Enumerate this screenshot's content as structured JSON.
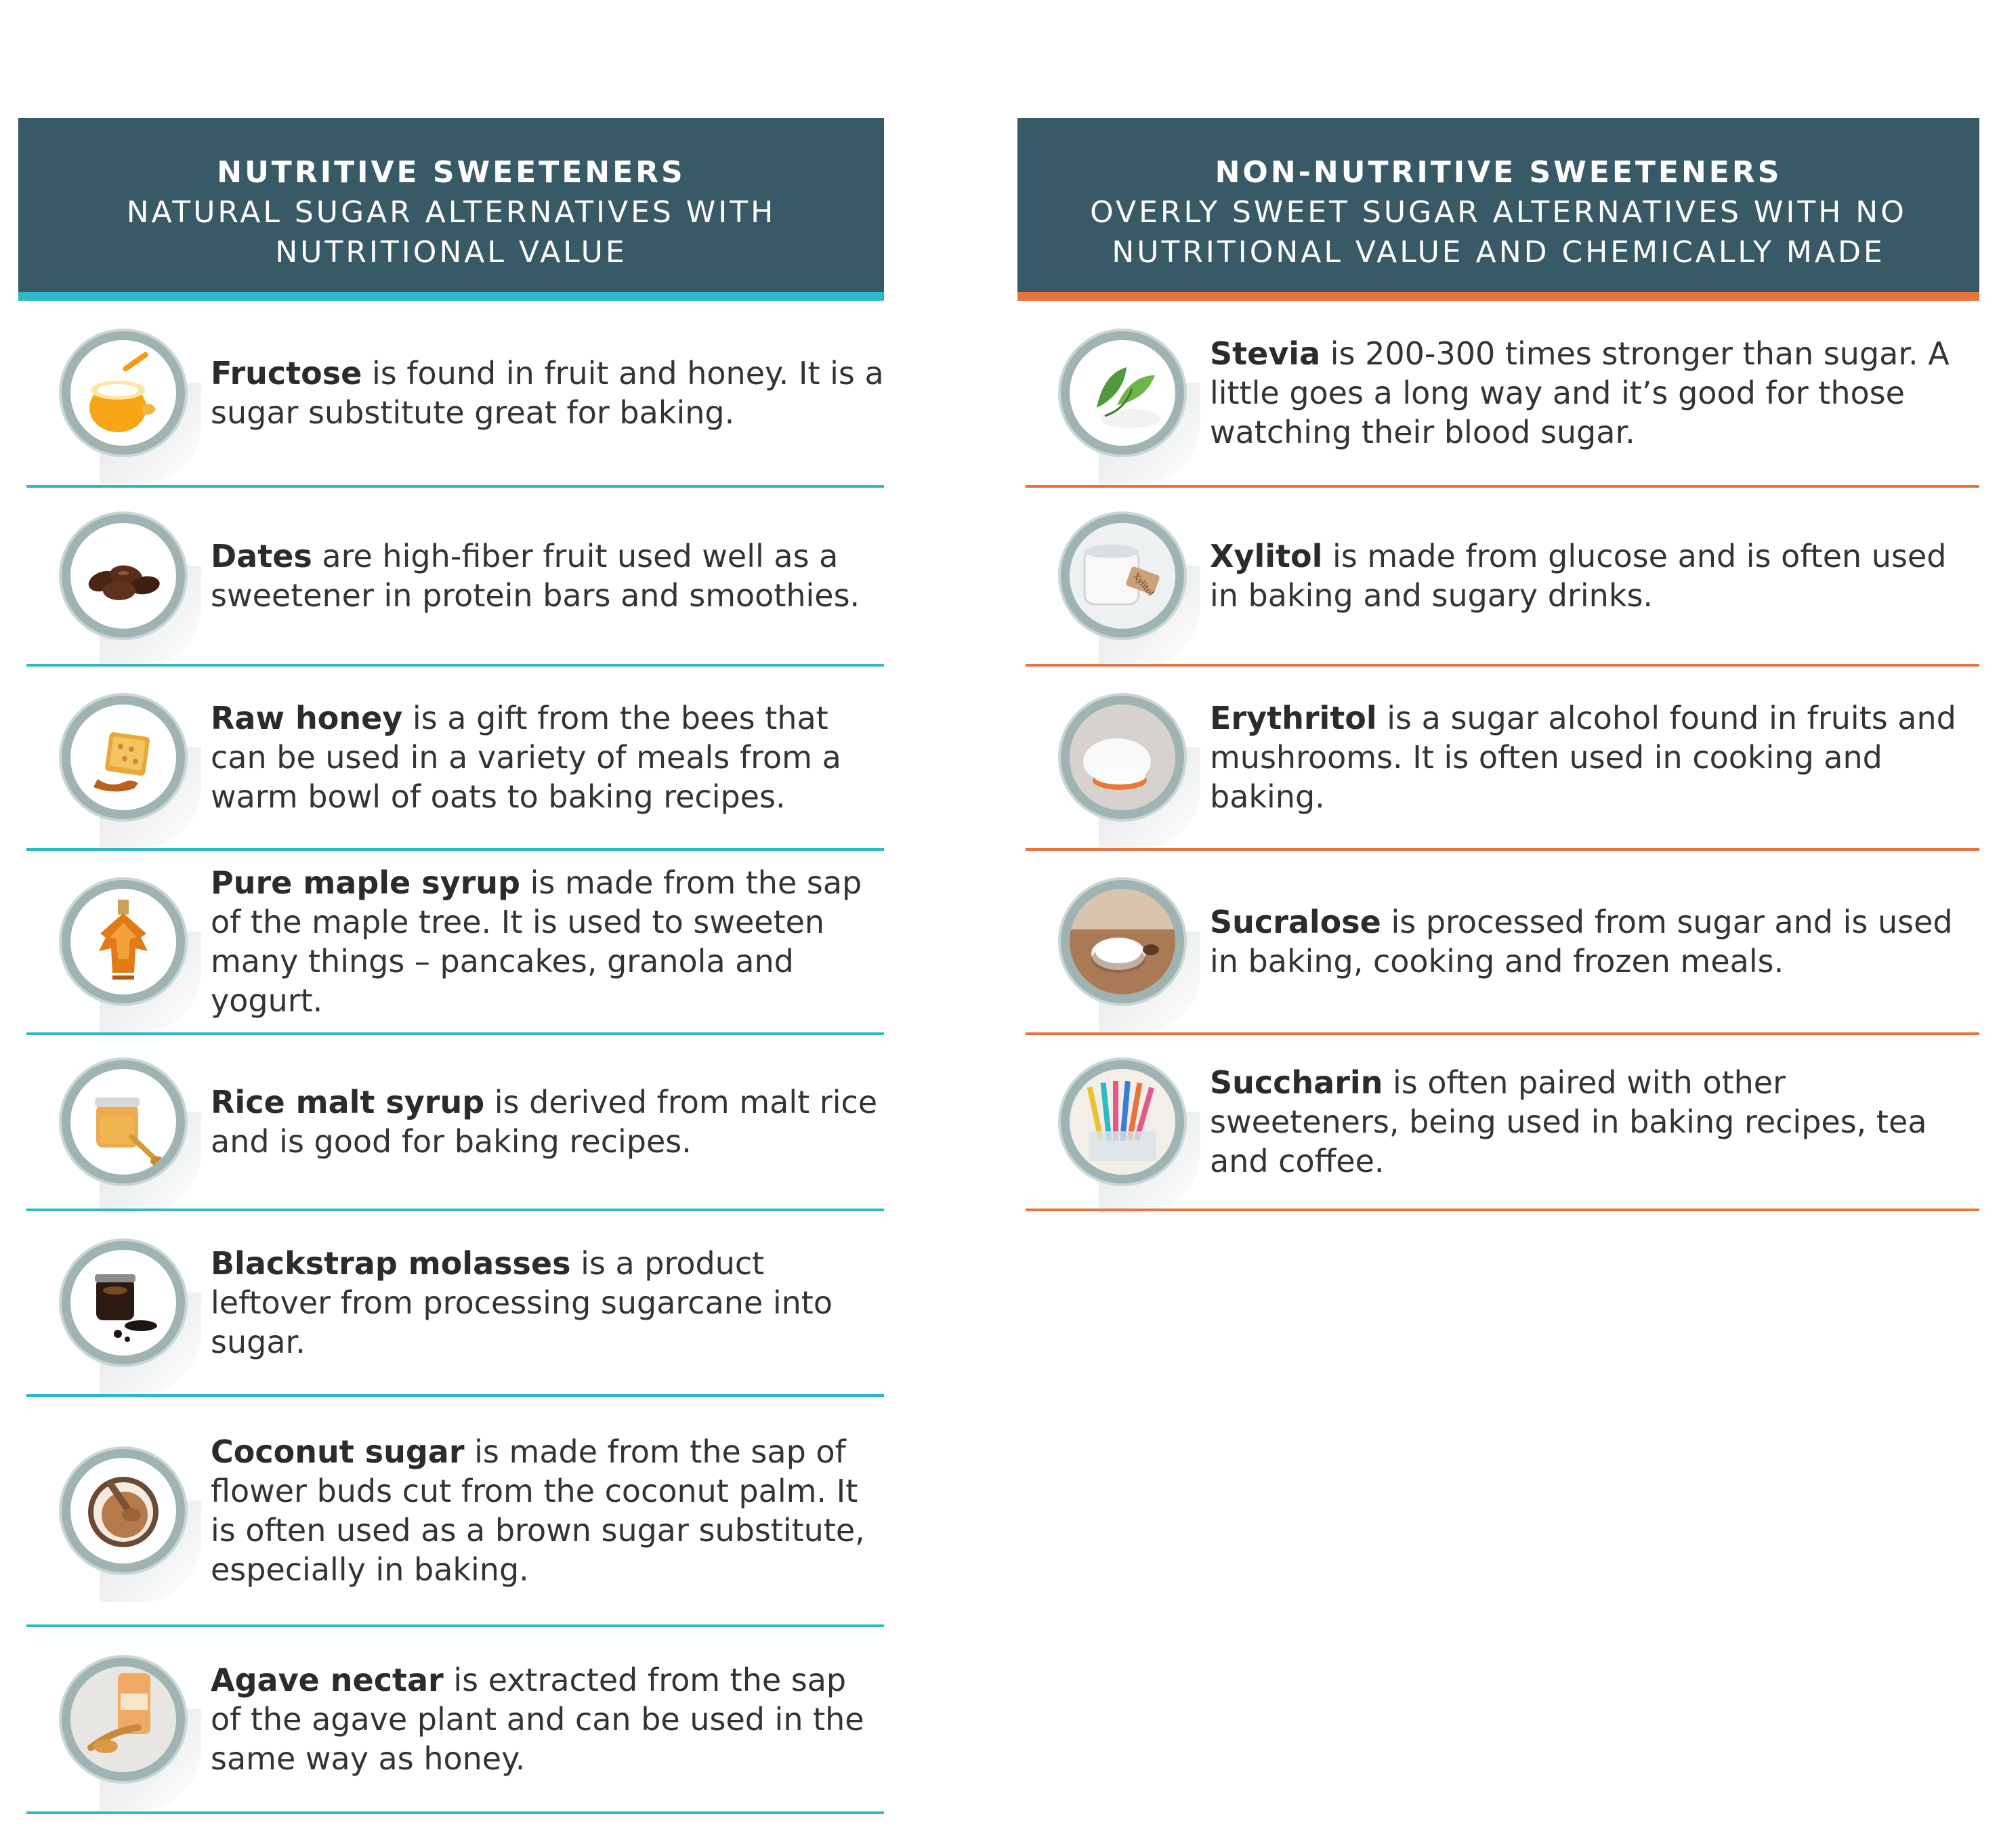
{
  "columns": [
    {
      "id": "nutritive",
      "title": "NUTRITIVE SWEETENERS",
      "subtitle": "NATURAL SUGAR ALTERNATIVES WITH\nNUTRITIONAL VALUE",
      "accent": "#2fb8c6",
      "items": [
        {
          "name": "Fructose",
          "desc": " is found in fruit and honey. It is a sugar substitute great for baking.",
          "icon": "orange-honey-icon"
        },
        {
          "name": "Dates",
          "desc": " are high-fiber fruit used well as a sweetener in protein bars and smoothies.",
          "icon": "dates-icon"
        },
        {
          "name": "Raw honey",
          "desc": " is a gift from the bees that can be used in a variety of meals from a warm bowl of oats to baking recipes.",
          "icon": "honeycomb-icon"
        },
        {
          "name": "Pure maple syrup",
          "desc": " is made from the sap of the maple tree. It is used to sweeten many things – pancakes, granola and yogurt.",
          "icon": "maple-syrup-bottle-icon"
        },
        {
          "name": "Rice malt syrup",
          "desc": " is derived from malt rice and is good for baking recipes.",
          "icon": "syrup-jar-icon"
        },
        {
          "name": "Blackstrap molasses",
          "desc": " is a product leftover from processing sugarcane into sugar.",
          "icon": "molasses-jar-icon"
        },
        {
          "name": "Coconut sugar",
          "desc": " is made from the sap of flower buds cut from the coconut palm. It is often used as a brown sugar substitute, especially in baking.",
          "icon": "coconut-sugar-icon"
        },
        {
          "name": "Agave nectar",
          "desc": " is extracted from the sap of the agave plant and can be used in the same way as honey.",
          "icon": "agave-bottle-icon"
        }
      ]
    },
    {
      "id": "non-nutritive",
      "title": "NON-NUTRITIVE SWEETENERS",
      "subtitle": "OVERLY SWEET SUGAR ALTERNATIVES WITH NO\nNUTRITIONAL VALUE AND CHEMICALLY MADE",
      "accent": "#e8743b",
      "items": [
        {
          "name": "Stevia",
          "desc": " is 200-300 times stronger than sugar. A little goes a long way and it’s good for those watching their blood sugar.",
          "icon": "stevia-leaf-icon"
        },
        {
          "name": "Xylitol",
          "desc": " is made from glucose and is often used in baking and sugary drinks.",
          "icon": "xylitol-jar-icon",
          "label": "Xylitol"
        },
        {
          "name": "Erythritol",
          "desc": " is a sugar alcohol found in fruits and mushrooms. It is often used in cooking and baking.",
          "icon": "sugar-spoon-icon"
        },
        {
          "name": "Sucralose",
          "desc": " is processed from sugar and is used in baking, cooking and frozen meals.",
          "icon": "sugar-bowl-icon"
        },
        {
          "name": "Succharin",
          "desc": " is often paired with other sweeteners, being used in baking recipes, tea and coffee.",
          "icon": "sweetener-sticks-icon"
        }
      ]
    }
  ],
  "colors": {
    "header_bg": "#385a66",
    "nutritive_accent": "#2fb8c6",
    "non_nutritive_accent": "#e8743b",
    "icon_ring": "#9fb3b2"
  }
}
